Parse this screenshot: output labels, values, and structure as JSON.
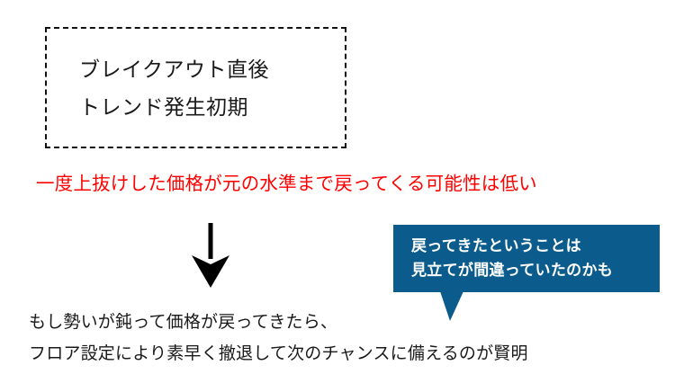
{
  "colors": {
    "red_warning": "#ff0000",
    "callout_blue": "#0b5c8c",
    "callout_text": "#ffffff",
    "body_text": "#1a1a1a",
    "dashed_border": "#111111",
    "arrow": "#000000",
    "background": "#ffffff"
  },
  "header_box": {
    "icon": "dashed-rectangle",
    "lines": [
      "ブレイクアウト直後",
      "トレンド発生初期"
    ]
  },
  "red_warning": {
    "text": "一度上抜けした価格が元の水準まで戻ってくる可能性は低い"
  },
  "arrow": {
    "icon": "arrow-down-icon",
    "direction": "down"
  },
  "callout": {
    "icon": "speech-bubble-down-tail",
    "lines": [
      "戻ってきたということは",
      "見立てが間違っていたのかも"
    ]
  },
  "advice": {
    "lines": [
      "もし勢いが鈍って価格が戻ってきたら、",
      "フロア設定により素早く撤退して次のチャンスに備えるのが賢明"
    ]
  }
}
